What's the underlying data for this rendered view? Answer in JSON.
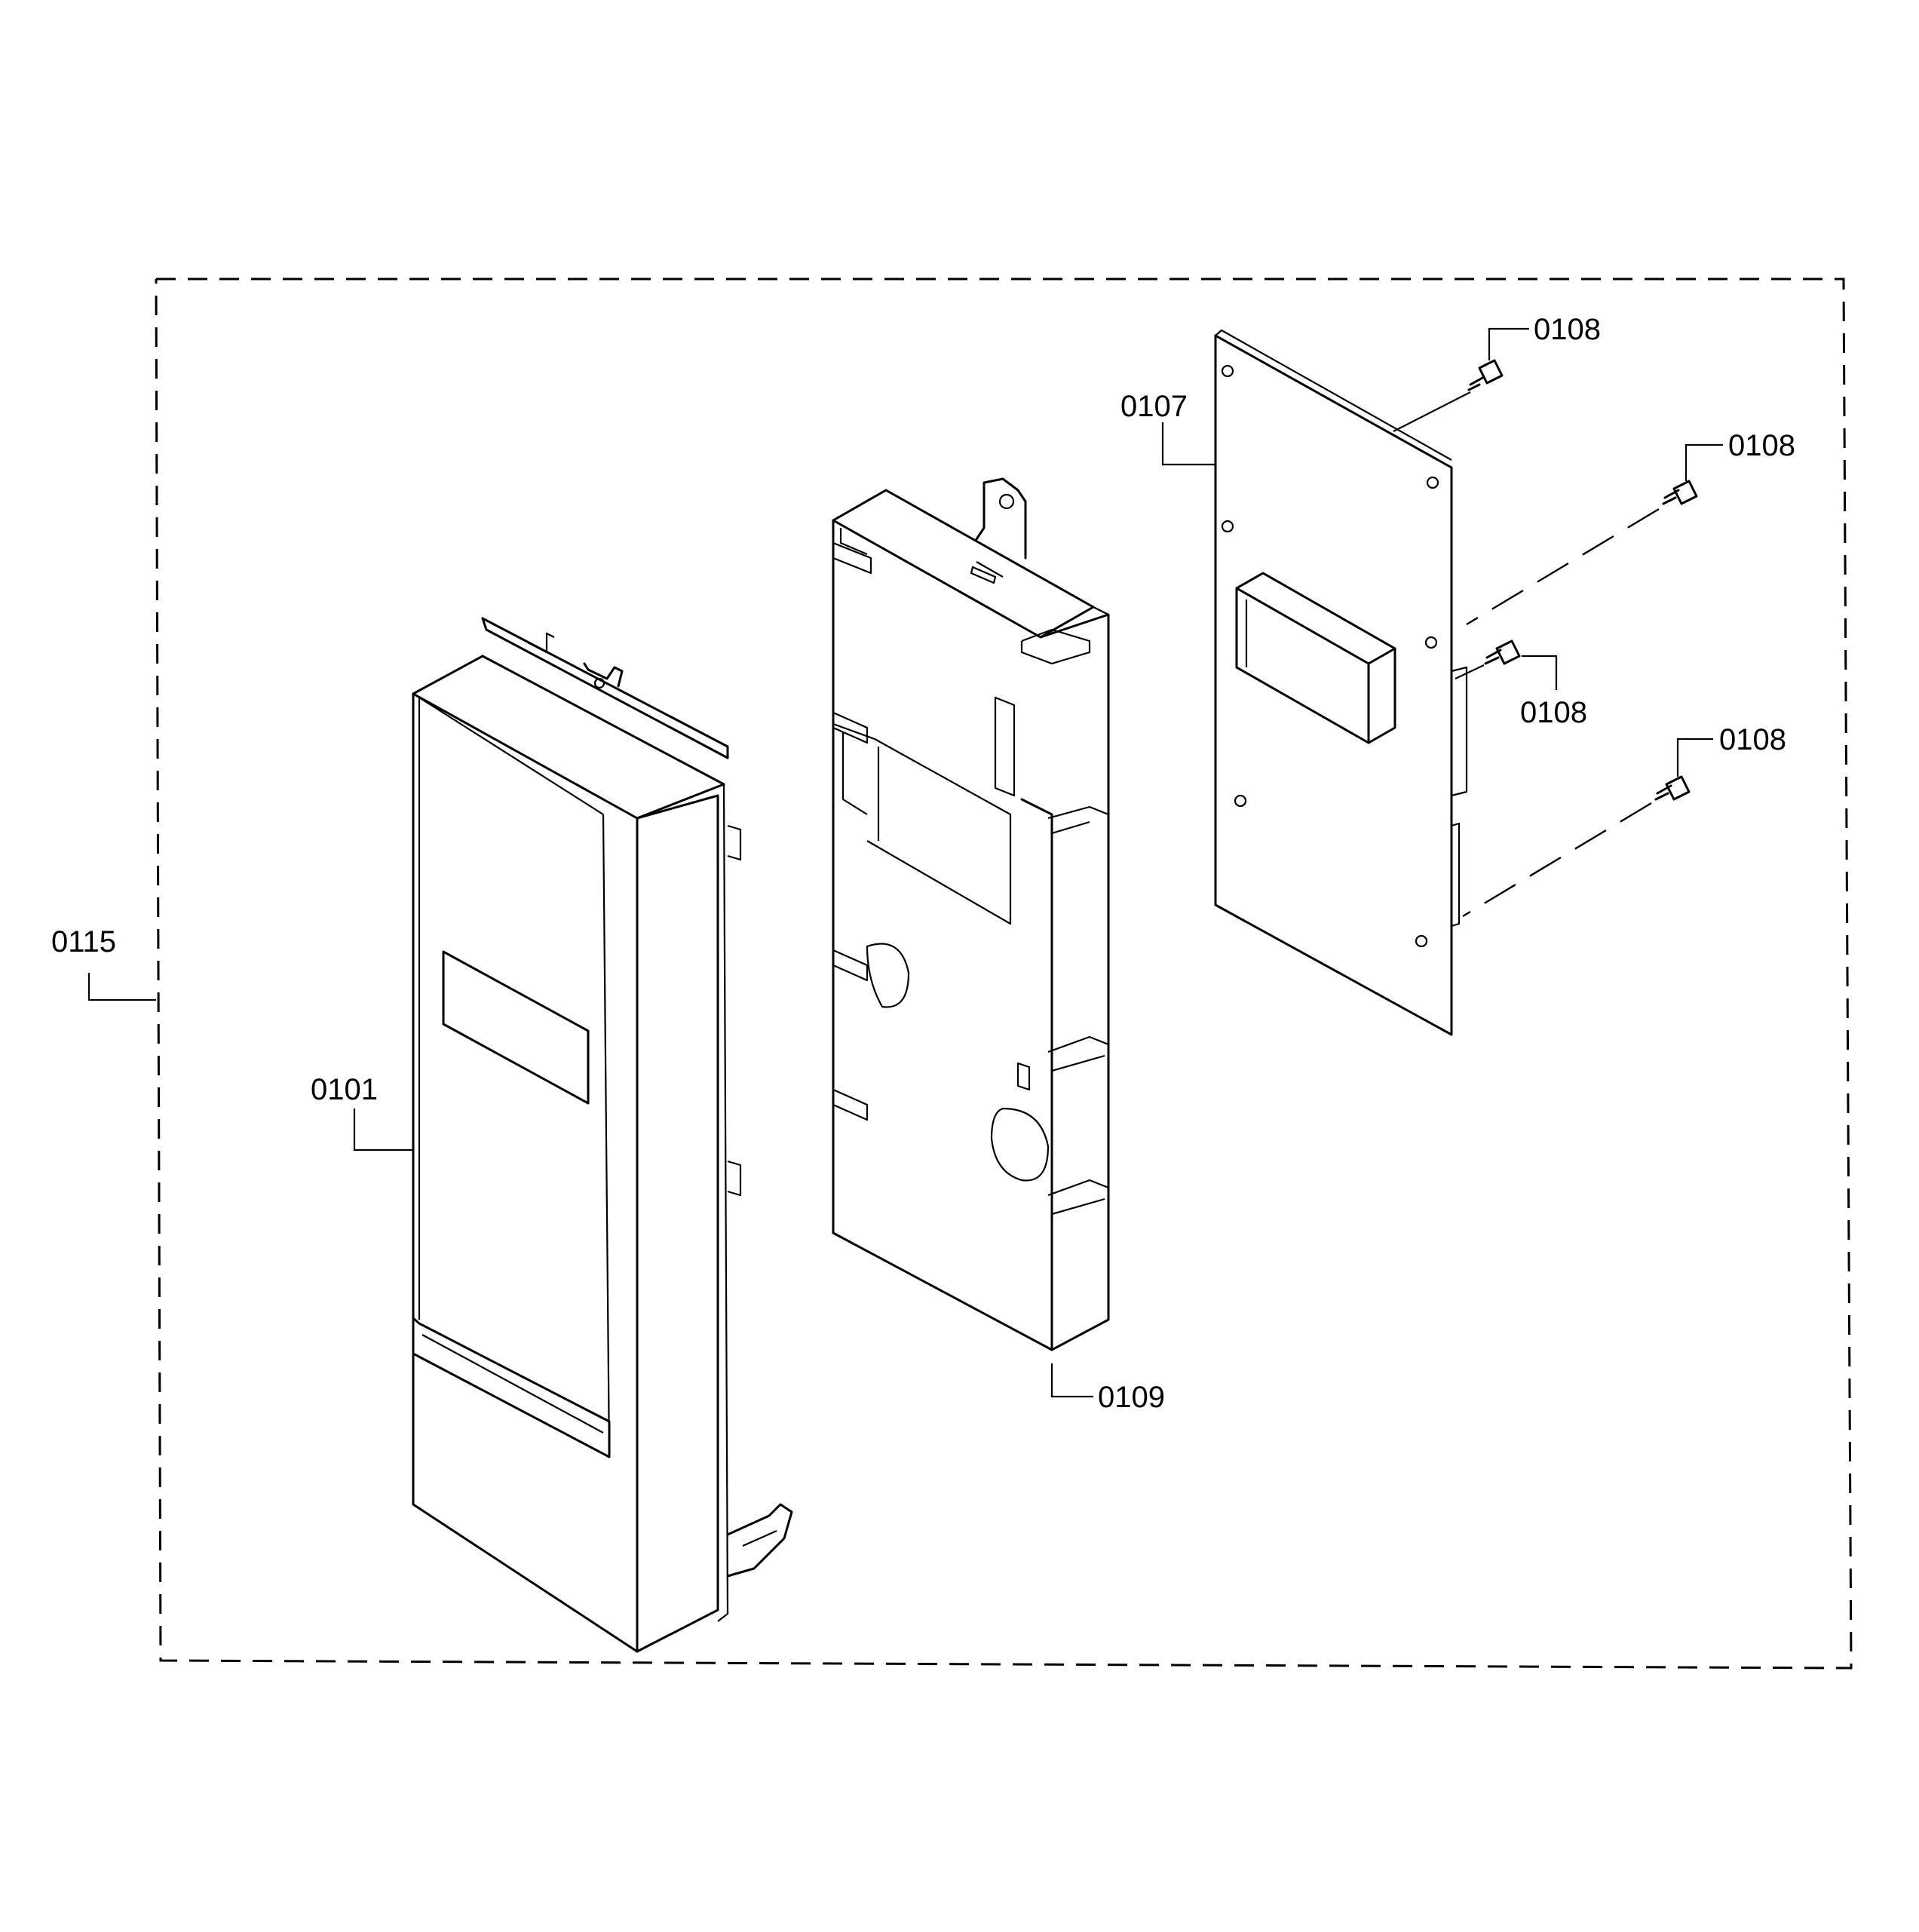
{
  "labels": {
    "assembly": "0115",
    "front_panel": "0101",
    "bracket": "0109",
    "pcb": "0107",
    "screw_1": "0108",
    "screw_2": "0108",
    "screw_3": "0108",
    "screw_4": "0108"
  }
}
